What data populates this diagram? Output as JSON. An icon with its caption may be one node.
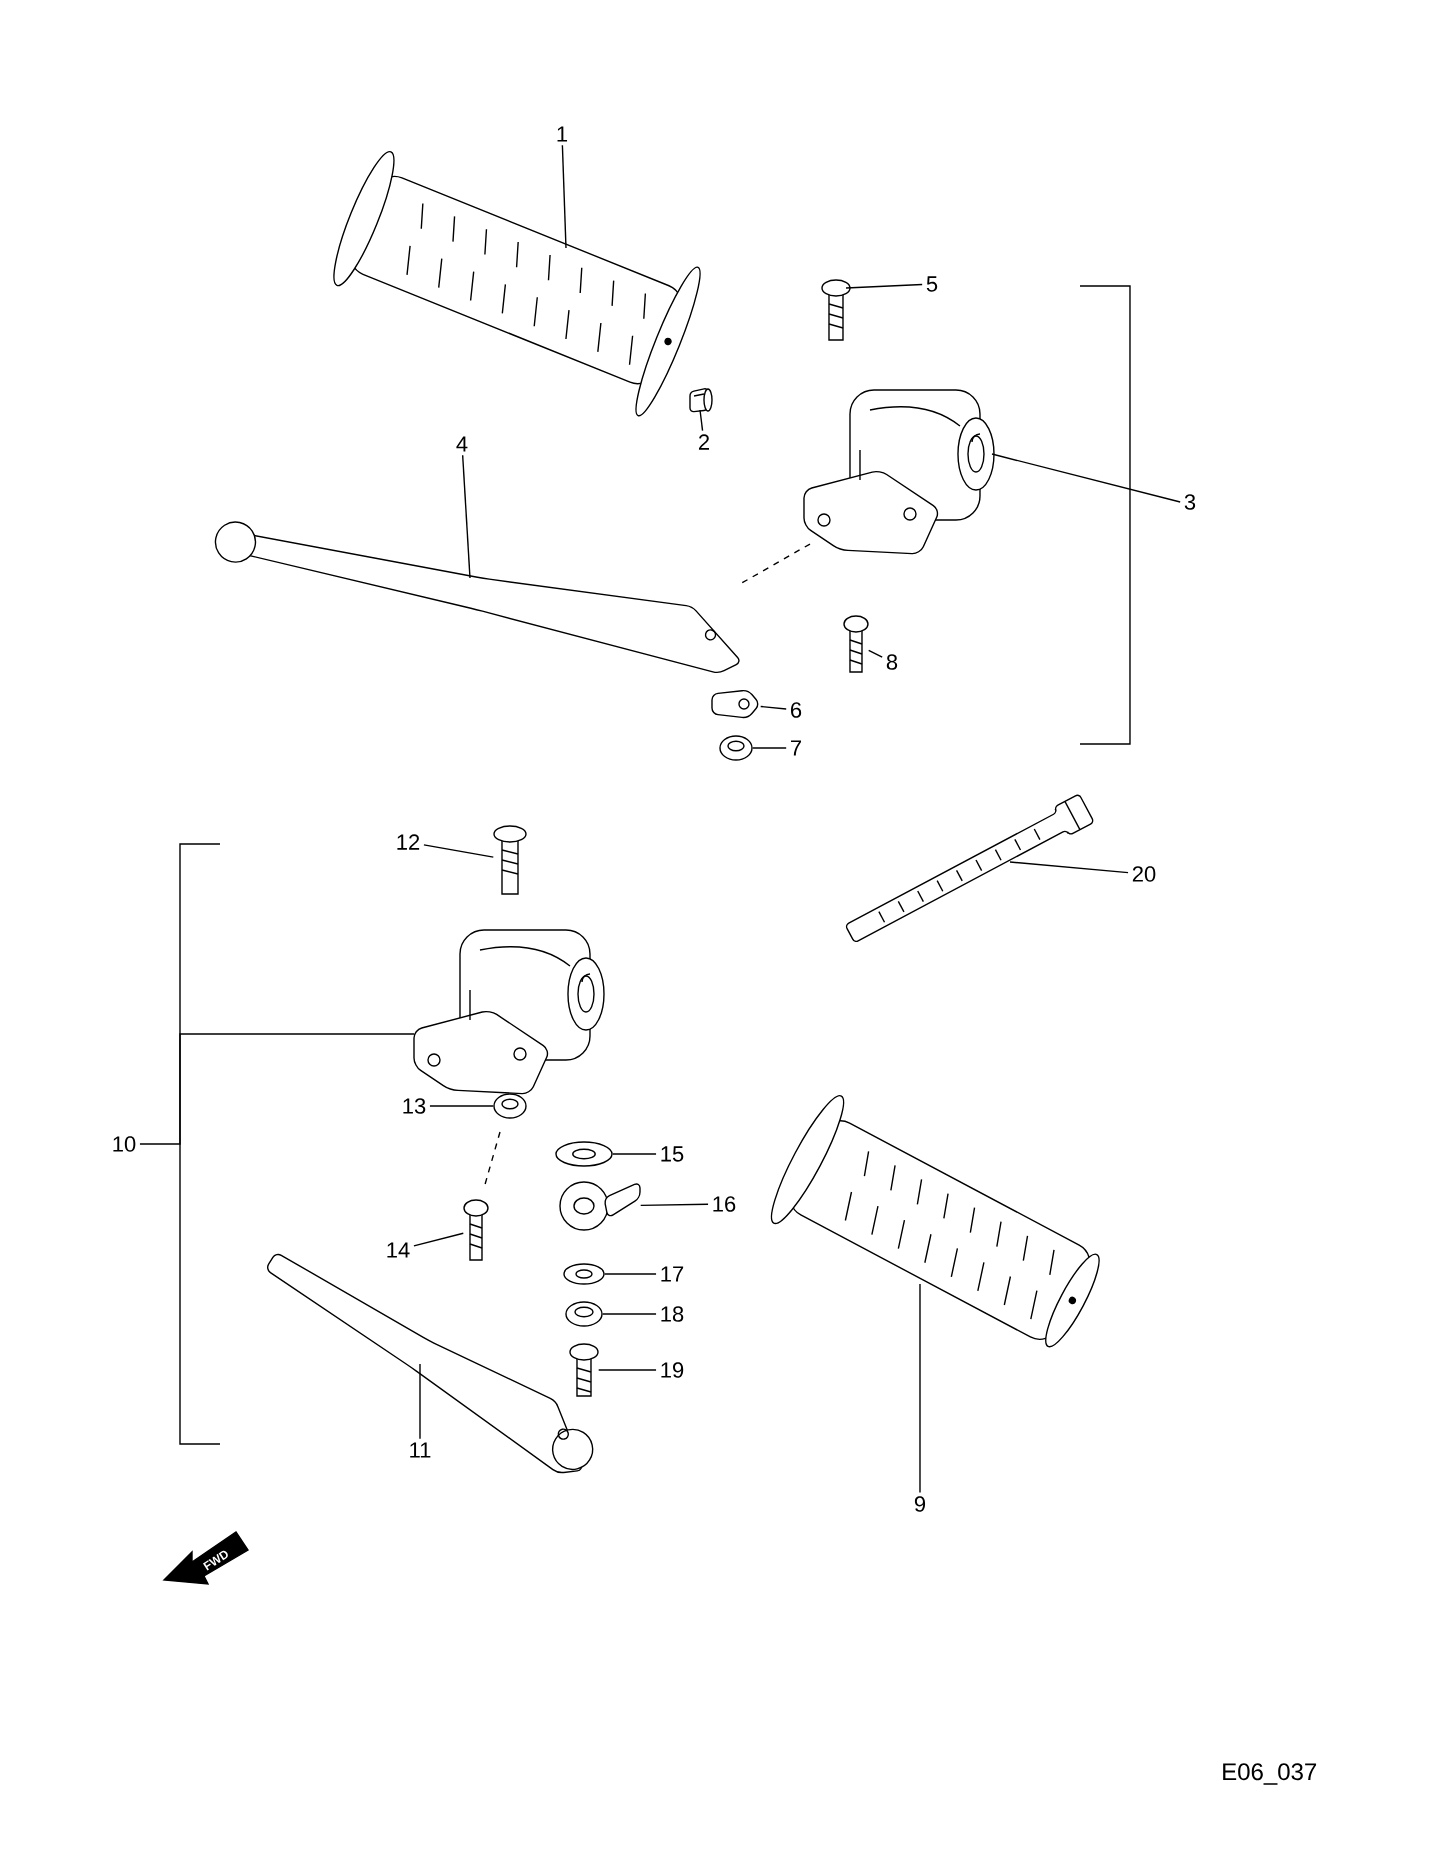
{
  "diagram": {
    "nodes": [
      {
        "text": [
          "1"
        ]
      },
      {
        "text": [
          "2"
        ]
      },
      {
        "text": [
          "3"
        ]
      },
      {
        "text": [
          "4"
        ]
      },
      {
        "text": [
          "5"
        ]
      },
      {
        "text": [
          "6"
        ]
      },
      {
        "text": [
          "7"
        ]
      },
      {
        "text": [
          "8"
        ]
      },
      {
        "text": [
          "9"
        ]
      },
      {
        "text": [
          "10"
        ]
      },
      {
        "text": [
          "11"
        ]
      },
      {
        "text": [
          "12"
        ]
      },
      {
        "text": [
          "13"
        ]
      },
      {
        "text": [
          "14"
        ]
      },
      {
        "text": [
          "15"
        ]
      },
      {
        "text": [
          "16"
        ]
      },
      {
        "text": [
          "17"
        ]
      },
      {
        "text": [
          "18"
        ]
      },
      {
        "text": [
          "19"
        ]
      },
      {
        "text": [
          "20"
        ]
      },
      {
        "text": [],
        "shape": "picture"
      },
      {
        "text": [],
        "shape": "picture"
      },
      {
        "text": [],
        "shape": "picture"
      },
      {
        "text": [],
        "shape": "picture"
      },
      {
        "text": [],
        "shape": "picture"
      },
      {
        "text": [],
        "shape": "picture"
      },
      {
        "text": [],
        "shape": "picture"
      },
      {
        "text": [],
        "shape": "picture"
      },
      {
        "text": [],
        "shape": "picture"
      },
      {
        "text": [],
        "shape": "picture"
      },
      {
        "text": [],
        "shape": "picture"
      },
      {
        "text": [],
        "shape": "picture"
      },
      {
        "text": [],
        "shape": "picture"
      },
      {
        "text": [],
        "shape": "picture"
      },
      {
        "text": [],
        "shape": "picture"
      },
      {
        "text": [],
        "shape": "picture"
      },
      {
        "text": [],
        "shape": "picture"
      },
      {
        "text": [],
        "shape": "picture"
      },
      {
        "text": [],
        "shape": "picture"
      },
      {
        "text": [],
        "shape": "picture"
      }
    ],
    "edges": [
      {
        "from": 0,
        "to": 20,
        "arrow": "none"
      },
      {
        "from": 1,
        "to": 21,
        "arrow": "none"
      },
      {
        "from": 2,
        "to": 22,
        "arrow": "none"
      },
      {
        "from": 3,
        "to": 23,
        "arrow": "none"
      },
      {
        "from": 4,
        "to": 24,
        "arrow": "none"
      },
      {
        "from": 5,
        "to": 25,
        "arrow": "none"
      },
      {
        "from": 6,
        "to": 26,
        "arrow": "none"
      },
      {
        "from": 7,
        "to": 27,
        "arrow": "none"
      },
      {
        "from": 8,
        "to": 28,
        "arrow": "none"
      },
      {
        "from": 9,
        "to": 29,
        "arrow": "none"
      },
      {
        "from": 10,
        "to": 30,
        "arrow": "none"
      },
      {
        "from": 11,
        "to": 31,
        "arrow": "none"
      },
      {
        "from": 12,
        "to": 32,
        "arrow": "none"
      },
      {
        "from": 13,
        "to": 33,
        "arrow": "none"
      },
      {
        "from": 14,
        "to": 34,
        "arrow": "none"
      },
      {
        "from": 15,
        "to": 35,
        "arrow": "none"
      },
      {
        "from": 16,
        "to": 36,
        "arrow": "none"
      },
      {
        "from": 17,
        "to": 37,
        "arrow": "none"
      },
      {
        "from": 18,
        "to": 38,
        "arrow": "none"
      },
      {
        "from": 19,
        "to": 39,
        "arrow": "none"
      }
    ],
    "labels": [
      "FWD",
      "E06_037"
    ]
  }
}
